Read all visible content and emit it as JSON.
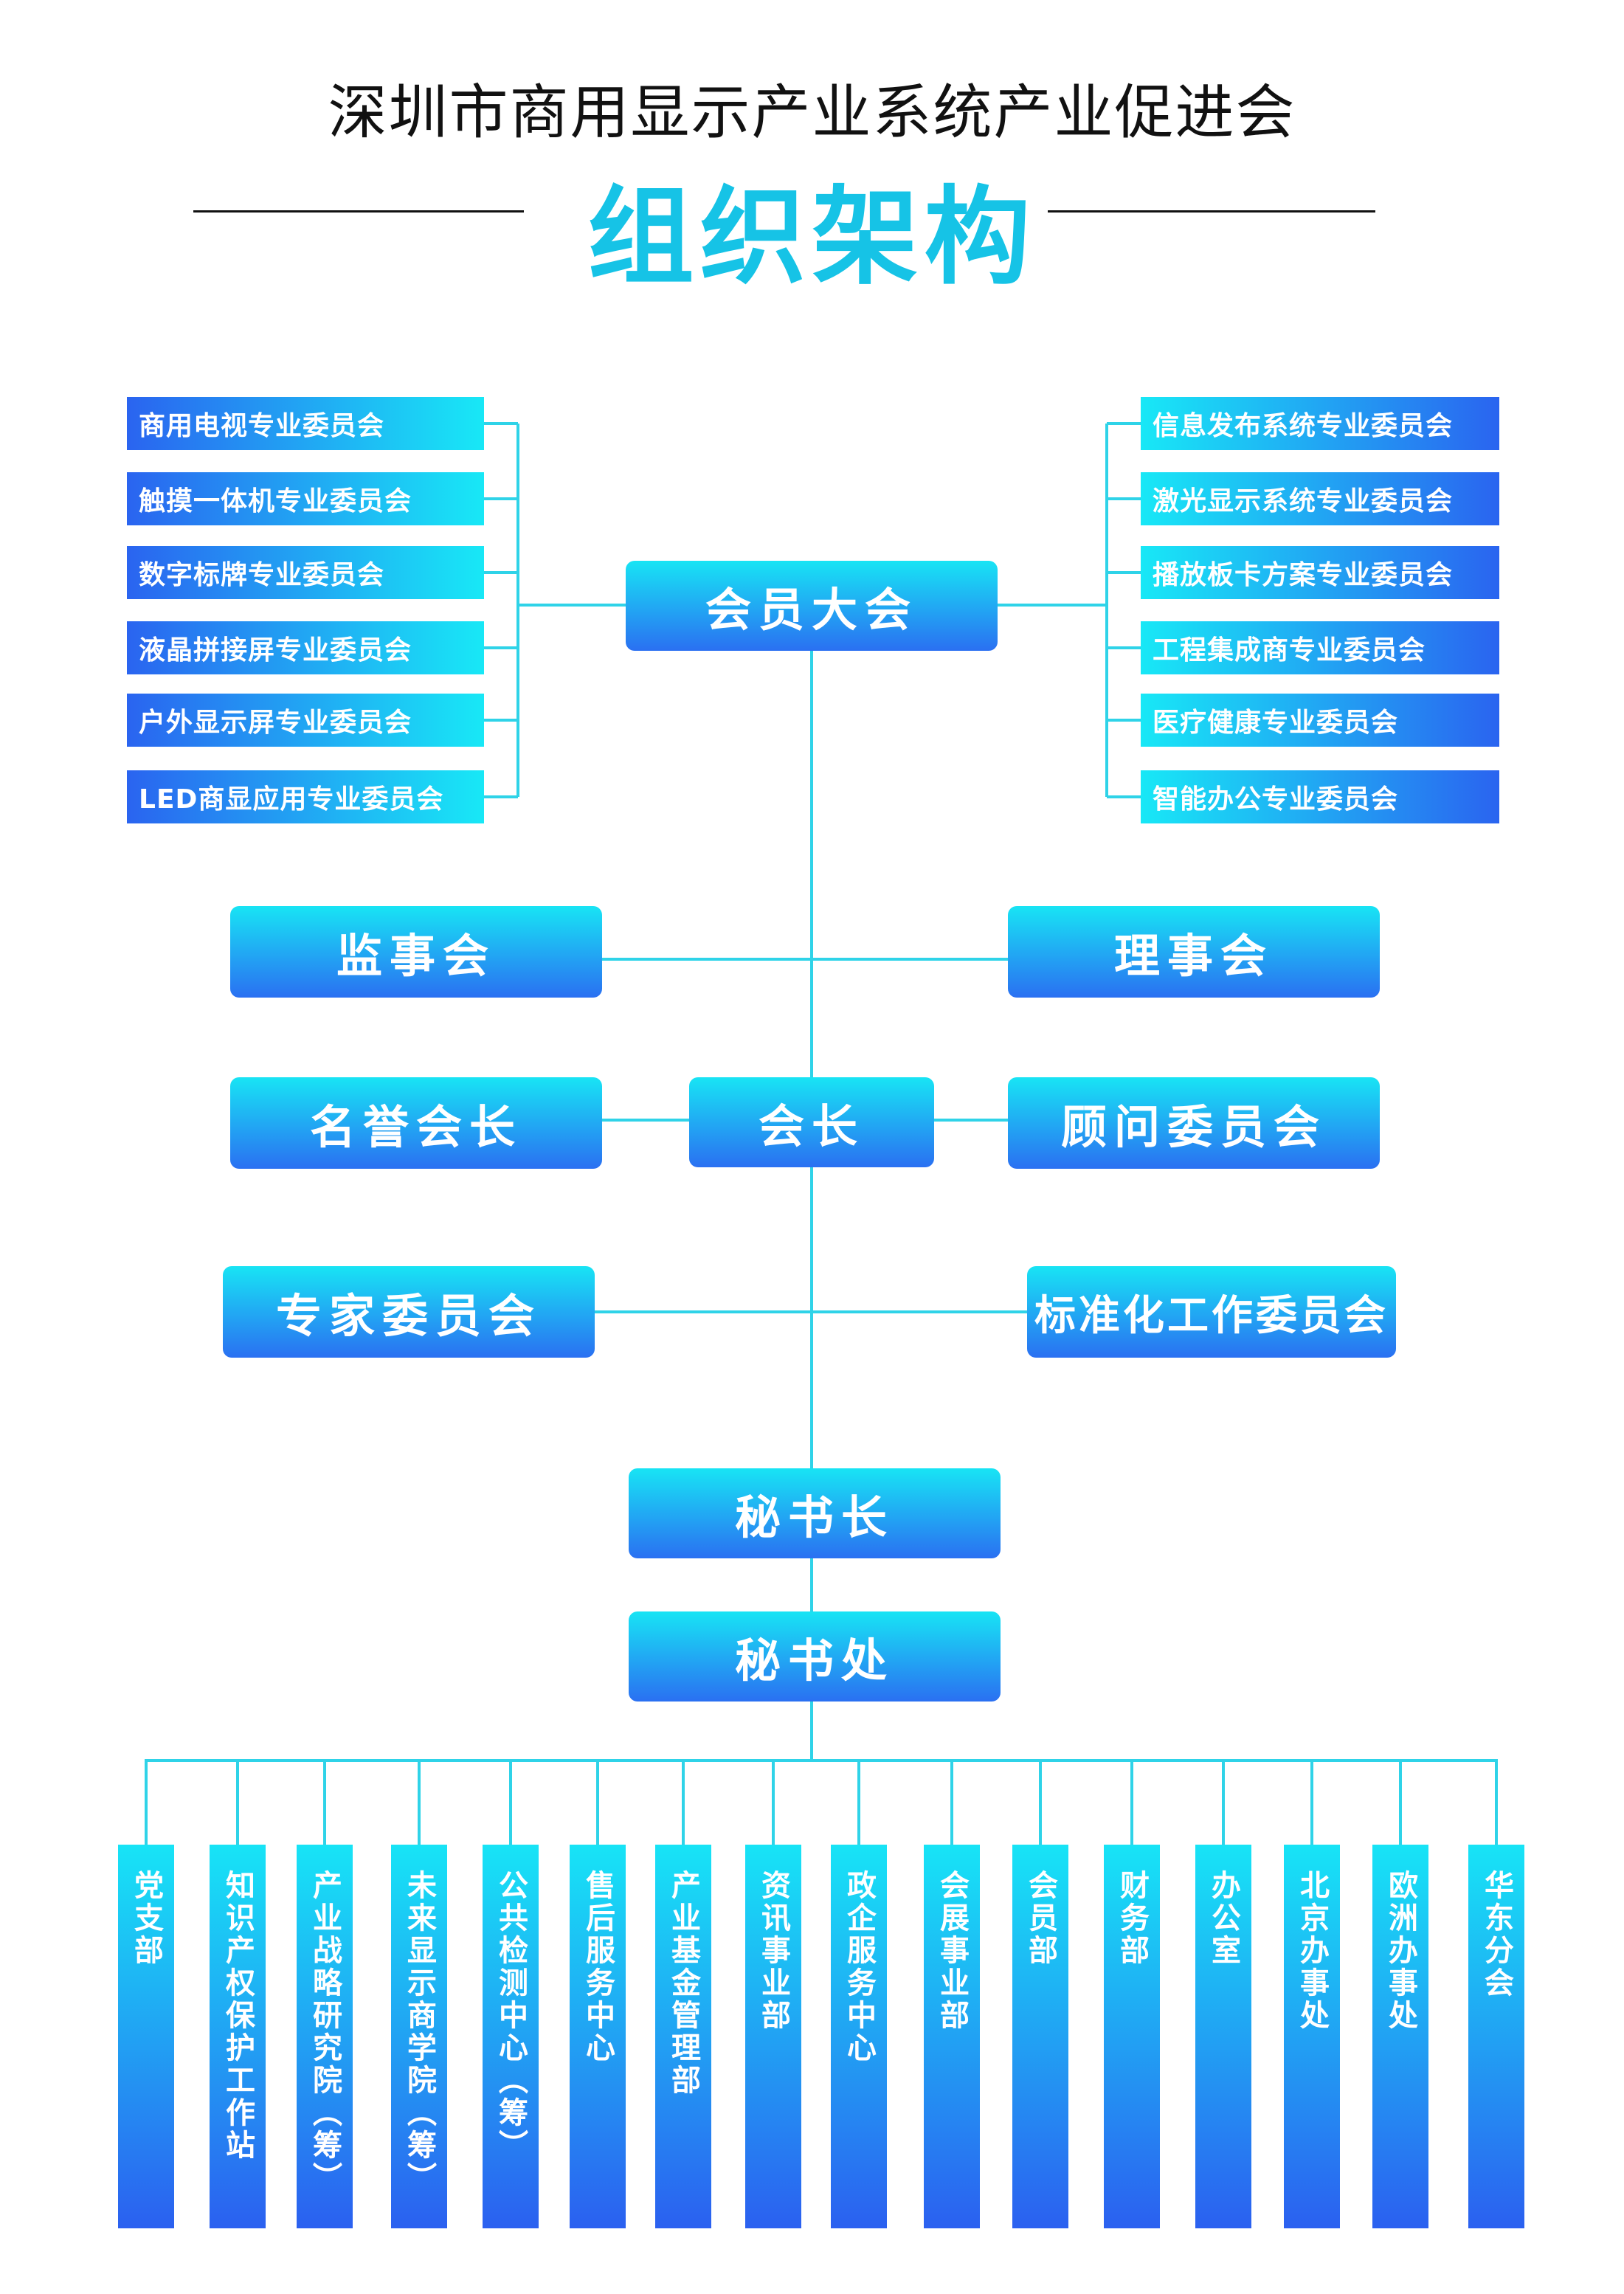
{
  "title": "深圳市商用显示产业系统产业促进会",
  "subtitle": "组织架构",
  "general_assembly": "会员大会",
  "left_committees": [
    "商用电视专业委员会",
    "触摸一体机专业委员会",
    "数字标牌专业委员会",
    "液晶拼接屏专业委员会",
    "户外显示屏专业委员会",
    "LED商显应用专业委员会"
  ],
  "right_committees": [
    "信息发布系统专业委员会",
    "激光显示系统专业委员会",
    "播放板卡方案专业委员会",
    "工程集成商专业委员会",
    "医疗健康专业委员会",
    "智能办公专业委员会"
  ],
  "supervisory_board": "监事会",
  "council": "理事会",
  "honorary_president": "名誉会长",
  "president": "会长",
  "advisory_committee": "顾问委员会",
  "expert_committee": "专家委员会",
  "standardization_committee": "标准化工作委员会",
  "secretary_general": "秘书长",
  "secretariat": "秘书处",
  "departments": [
    "党支部",
    "知识产权保护工作站",
    "产业战略研究院（筹）",
    "未来显示商学院（筹）",
    "公共检测中心（筹）",
    "售后服务中心",
    "产业基金管理部",
    "资讯事业部",
    "政企服务中心",
    "会展事业部",
    "会员部",
    "财务部",
    "办公室",
    "北京办事处",
    "欧洲办事处",
    "华东分会"
  ],
  "colors": {
    "line": "#2fd3e8",
    "box_top": "#18e4f4",
    "box_bottom": "#2a70f2",
    "title_accent": "#16c3e6"
  }
}
